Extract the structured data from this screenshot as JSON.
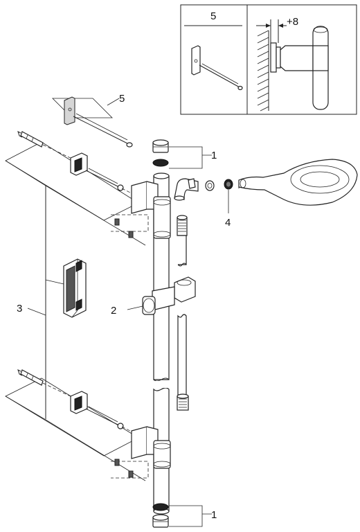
{
  "inset": {
    "label_anchor": "5",
    "label_offset": "+8"
  },
  "callouts": {
    "anchor_set": "5",
    "end_cap_top": "1",
    "washer": "4",
    "slider": "2",
    "rail": "3",
    "end_cap_bottom": "1"
  }
}
